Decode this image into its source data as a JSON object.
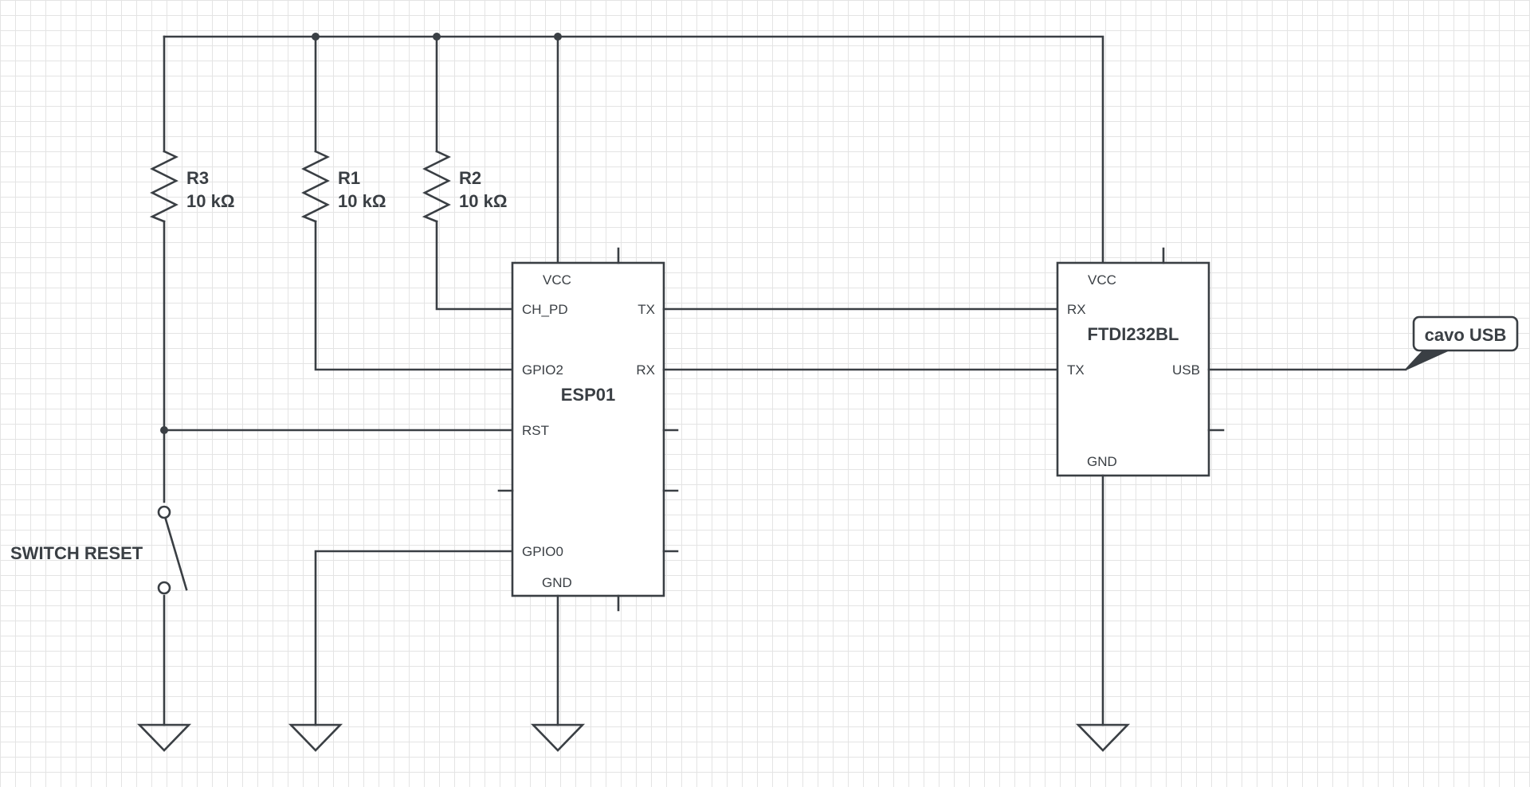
{
  "resistors": {
    "r3": {
      "name": "R3",
      "value": "10 kΩ"
    },
    "r1": {
      "name": "R1",
      "value": "10 kΩ"
    },
    "r2": {
      "name": "R2",
      "value": "10 kΩ"
    }
  },
  "esp01": {
    "name": "ESP01",
    "pins": {
      "vcc": "VCC",
      "ch_pd": "CH_PD",
      "gpio2": "GPIO2",
      "rst": "RST",
      "gpio0": "GPIO0",
      "gnd": "GND",
      "tx": "TX",
      "rx": "RX"
    }
  },
  "ftdi": {
    "name": "FTDI232BL",
    "pins": {
      "vcc": "VCC",
      "rx": "RX",
      "tx": "TX",
      "usb": "USB",
      "gnd": "GND"
    }
  },
  "switch": {
    "label": "SWITCH RESET"
  },
  "usb_callout": {
    "label": "cavo USB"
  }
}
